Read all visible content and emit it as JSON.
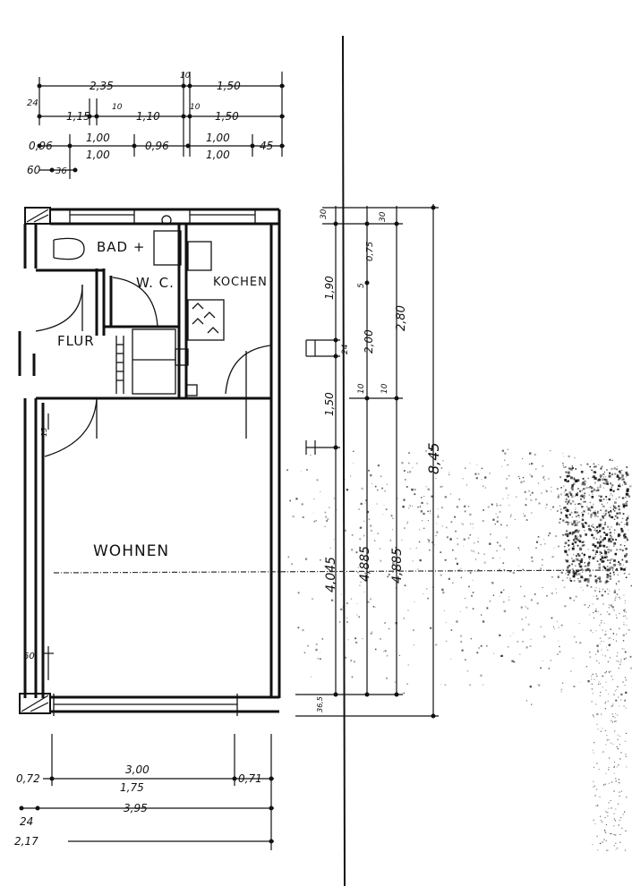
{
  "rooms": {
    "bad_wc": "BAD +",
    "wc": "W. C.",
    "kochen": "KOCHEN",
    "flur": "FLUR",
    "wohnen": "WOHNEN"
  },
  "dims_top": {
    "r1_a": "2,35",
    "r1_b": "10",
    "r1_c": "1,50",
    "r1_left": "24",
    "r2_a": "1,15",
    "r2_b": "10",
    "r2_c": "1,10",
    "r2_d": "10",
    "r2_e": "1,50",
    "r3_a": "0,96",
    "r3_b_top": "1,00",
    "r3_b_bot": "1,00",
    "r3_c": "0,96",
    "r3_d_top": "1,00",
    "r3_d_bot": "1,00",
    "r3_e": "45",
    "r4_a": "60",
    "r4_b": "36"
  },
  "dims_right": {
    "c1_top": "30",
    "c1_a": "1,90",
    "c1_b": "24",
    "c1_c": "1,50",
    "c1_d": "4,045",
    "c2_top": "30",
    "c2_a": "0,75",
    "c2_b": "5",
    "c2_c": "2,00",
    "c2_d": "10",
    "c2_e": "4,885",
    "c3_a": "2,80",
    "c3_b": "10",
    "c3_c": "4,885",
    "c4_total": "8,45",
    "bottom_small": "36,5"
  },
  "dims_left": {
    "door_15": "15",
    "side_60": "60"
  },
  "dims_bottom": {
    "b1_left": "0,72",
    "b1_top": "3,00",
    "b1_bot": "1,75",
    "b1_right": "0,71",
    "b2_left": "24",
    "b2_mid": "3,95",
    "b3_left": "2,17"
  }
}
